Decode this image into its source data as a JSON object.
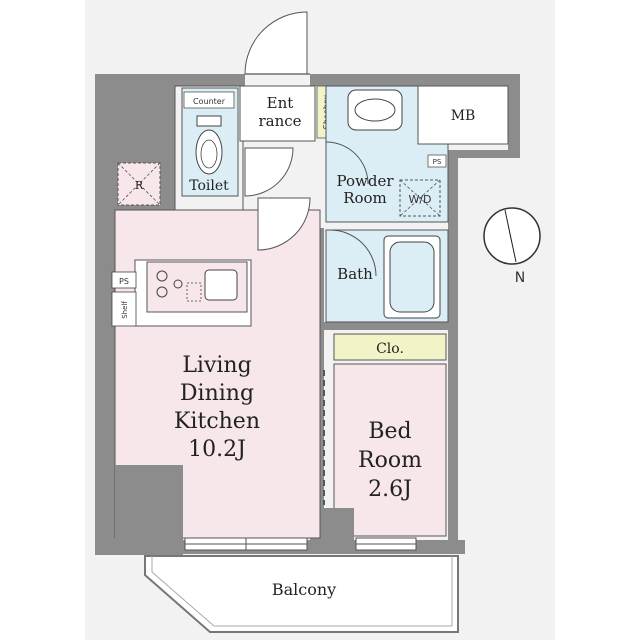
{
  "rooms": {
    "entrance": [
      "Ent",
      "rance"
    ],
    "shoebox": "Shoebox",
    "counter": "Counter",
    "toilet": "Toilet",
    "powder_room": [
      "Powder",
      "Room"
    ],
    "wd": "W/D",
    "mb": "MB",
    "ps": "PS",
    "bath": "Bath",
    "closet": "Clo.",
    "ldk": [
      "Living",
      "Dining",
      "Kitchen",
      "10.2J"
    ],
    "bedroom": [
      "Bed",
      "Room",
      "2.6J"
    ],
    "balcony": "Balcony",
    "refrigerator": "R",
    "shelf": "Shelf",
    "ps_kitchen": "PS"
  },
  "compass": {
    "label": "N"
  },
  "colors": {
    "wall": "#8c8c8c",
    "ldk": "#f7e6ea",
    "wet": "#dbeef6",
    "closet": "#f3f3c8",
    "bedroom": "#f7e6ea",
    "background": "#f2f2f2"
  }
}
